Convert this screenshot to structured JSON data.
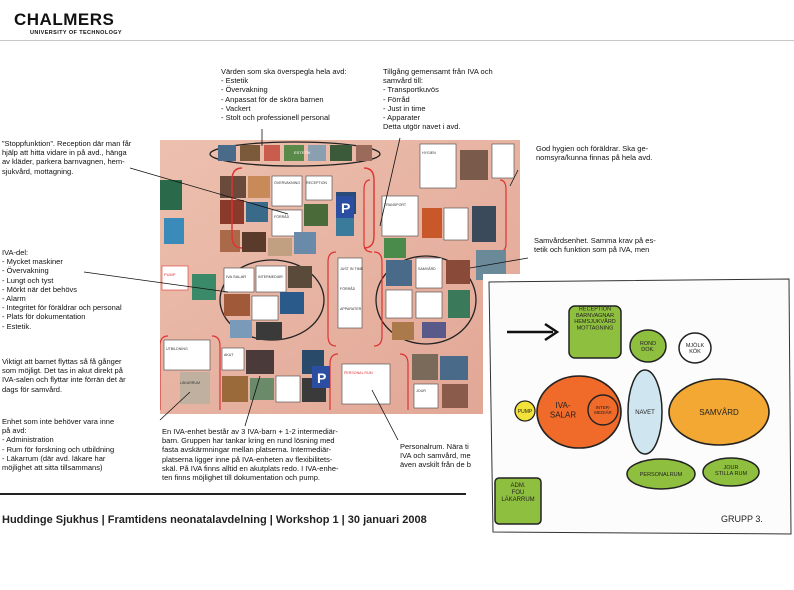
{
  "logo": {
    "name": "CHALMERS",
    "sub": "UNIVERSITY OF TECHNOLOGY"
  },
  "notes": {
    "values": "Värden som ska överspegla hela avd:\n- Estetik\n- Övervakning\n- Anpassat för de sköra barnen\n- Vackert\n- Stolt och professionell personal",
    "shared": "Tillgång gemensamt från IVA och\nsamvård till:\n- Transportkuvös\n- Förråd\n- Just in time\n- Apparater\nDetta utgör navet i avd.",
    "stop": "”Stoppfunktion”. Reception där man får\nhjälp att hitta vidare in på avd., hänga\nav kläder, parkera barnvagnen, hem-\nsjukvård, mottagning.",
    "hygiene": "God hygien och föräldrar. Ska ge-\nnomsyra/kunna finnas på hela avd.",
    "iva": "IVA-del:\n- Mycket maskiner\n- Övervakning\n- Lungt och tyst\n- Mörkt när det behövs\n- Alarm\n- Integritet för föräldrar och personal\n- Plats för dokumentation\n- Estetik.",
    "samvard": "Samvårdsenhet. Samma krav på es-\ntetik och funktion som på IVA, men",
    "move": "Viktigt att barnet flyttas så få gånger\nsom möjligt. Det tas in akut direkt på\nIVA-salen och flyttar inte förrän det är\ndags för samvård.",
    "unit": "Enhet som inte behöver vara inne\npå avd:\n- Administration\n- Rum för forskning och utbildning\n- Läkarrum (där avd. läkare har\nmöjlighet att sitta tillsammans)",
    "iva_unit": "En IVA-enhet består av 3 IVA-barn + 1-2 intermediär-\nbarn. Gruppen har tankar kring en rund lösning med\nfasta avskärmningar mellan platserna. Intermediär-\nplatserna ligger inne på IVA-enheten av flexibilitets-\nskäl. På IVA finns alltid en akutplats redo. I IVA-enhe-\nten finns möjlighet till dokumentation och pump.",
    "staff": "Personalrum. Nära ti\nIVA och samvård, me\näven avskilt från de b"
  },
  "collage": {
    "labels": [
      "ESTETIK",
      "RECEPTION",
      "ÖVERVAKNING",
      "FÖRRÅD",
      "PUMP",
      "IVA SALAR",
      "INTERMEDIÄR",
      "JUST IN TIME",
      "FÖRRÅD",
      "SAMVÅRD",
      "PERSONAL RUM",
      "UTBILDNING",
      "LÄKARRUM",
      "AKUT",
      "APPARATER",
      "TRANSPORT",
      "HYGIEN",
      "JOUR"
    ]
  },
  "sketch": {
    "labels": {
      "reception": "RECEPTION\nBARNVAGNAR\nHEMSJUKVÅRD\nMOTTAGNING",
      "rond": "ROND\nDOK.",
      "mjolk": "MJÖLK\nKÖK",
      "pump": "PUMP",
      "iva": "IVA-\nSALAR",
      "inter": "INTER-\nMEDIÄR",
      "navet": "NAVET",
      "samvard": "SAMVÅRD",
      "personal": "PERSONALRUM",
      "jour": "JOUR\nSTILLA RUM",
      "adm": "ADM.\nFOU\nLÄKARRUM",
      "grupp": "GRUPP 3."
    }
  },
  "footer": "Huddinge Sjukhus | Framtidens neonatalavdelning | Workshop 1 | 30 januari 2008"
}
